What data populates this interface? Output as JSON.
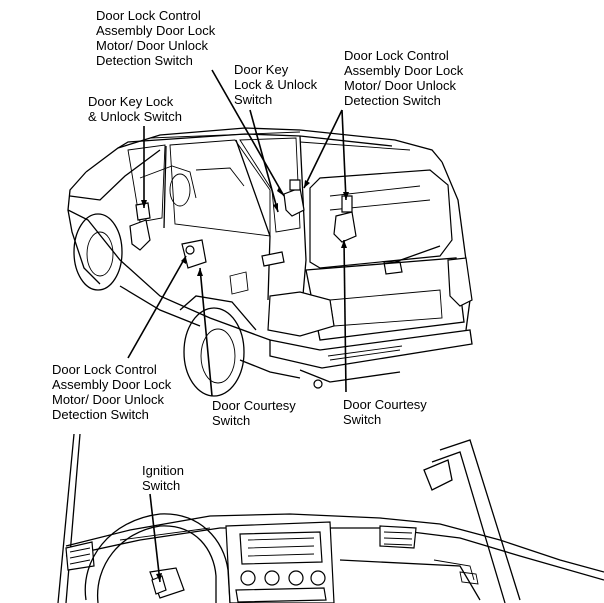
{
  "labels": {
    "top_left_lock_control": {
      "lines": [
        "Door Lock Control",
        "Assembly Door Lock",
        "Motor/ Door Unlock",
        "Detection Switch"
      ]
    },
    "left_key_lock": {
      "lines": [
        "Door Key Lock",
        "& Unlock Switch"
      ]
    },
    "center_key_lock": {
      "lines": [
        "Door Key",
        "Lock & Unlock",
        "Switch"
      ]
    },
    "top_right_lock_control": {
      "lines": [
        "Door Lock Control",
        "Assembly Door Lock",
        "Motor/ Door Unlock",
        "Detection Switch"
      ]
    },
    "bottom_left_lock_control": {
      "lines": [
        "Door Lock Control",
        "Assembly Door Lock",
        "Motor/ Door Unlock",
        "Detection Switch"
      ]
    },
    "front_courtesy": {
      "lines": [
        "Door Courtesy",
        "Switch"
      ]
    },
    "rear_courtesy": {
      "lines": [
        "Door Courtesy",
        "Switch"
      ]
    },
    "ignition": {
      "lines": [
        "Ignition",
        "Switch"
      ]
    }
  }
}
